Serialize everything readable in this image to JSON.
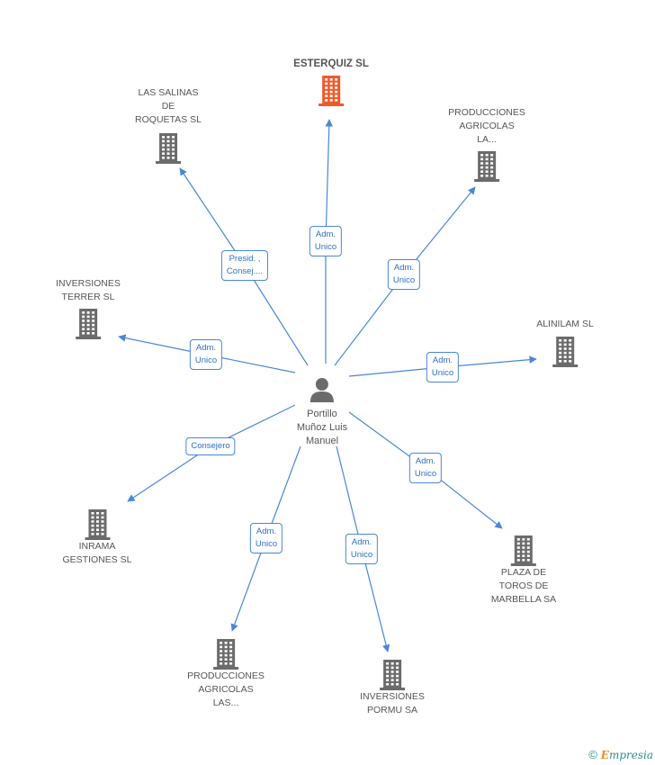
{
  "colors": {
    "edge": "#4a86d8",
    "building": "#6b6b6b",
    "highlight": "#f05a28",
    "label_text": "#2e6fc7"
  },
  "center": {
    "name": "Portillo\nMuñoz Luis\nManuel",
    "icon": "person-icon"
  },
  "nodes": [
    {
      "id": "esterquiz",
      "label": "ESTERQUIZ SL",
      "main": true,
      "icon": "building-icon"
    },
    {
      "id": "salinas",
      "label": "LAS SALINAS\nDE\nROQUETAS SL",
      "icon": "building-icon"
    },
    {
      "id": "prodla",
      "label": "PRODUCCIONES\nAGRICOLAS\nLA...",
      "icon": "building-icon"
    },
    {
      "id": "terrer",
      "label": "INVERSIONES\nTERRER SL",
      "icon": "building-icon"
    },
    {
      "id": "alinilam",
      "label": "ALINILAM SL",
      "icon": "building-icon"
    },
    {
      "id": "inrama",
      "label": "INRAMA\nGESTIONES SL",
      "icon": "building-icon"
    },
    {
      "id": "plaza",
      "label": "PLAZA DE\nTOROS DE\nMARBELLA SA",
      "icon": "building-icon"
    },
    {
      "id": "prodlas",
      "label": "PRODUCCIONES\nAGRICOLAS\nLAS...",
      "icon": "building-icon"
    },
    {
      "id": "pormu",
      "label": "INVERSIONES\nPORMU SA",
      "icon": "building-icon"
    }
  ],
  "edges": [
    {
      "to": "esterquiz",
      "label": "Adm.\nUnico"
    },
    {
      "to": "salinas",
      "label": "Presid. ,\nConsej...."
    },
    {
      "to": "prodla",
      "label": "Adm.\nUnico"
    },
    {
      "to": "terrer",
      "label": "Adm.\nUnico"
    },
    {
      "to": "alinilam",
      "label": "Adm.\nUnico"
    },
    {
      "to": "inrama",
      "label": "Consejero"
    },
    {
      "to": "plaza",
      "label": "Adm.\nUnico"
    },
    {
      "to": "prodlas",
      "label": "Adm.\nUnico"
    },
    {
      "to": "pormu",
      "label": "Adm.\nUnico"
    }
  ],
  "footer": {
    "copyright": "©",
    "brand_first": "E",
    "brand_rest": "mpresia"
  }
}
